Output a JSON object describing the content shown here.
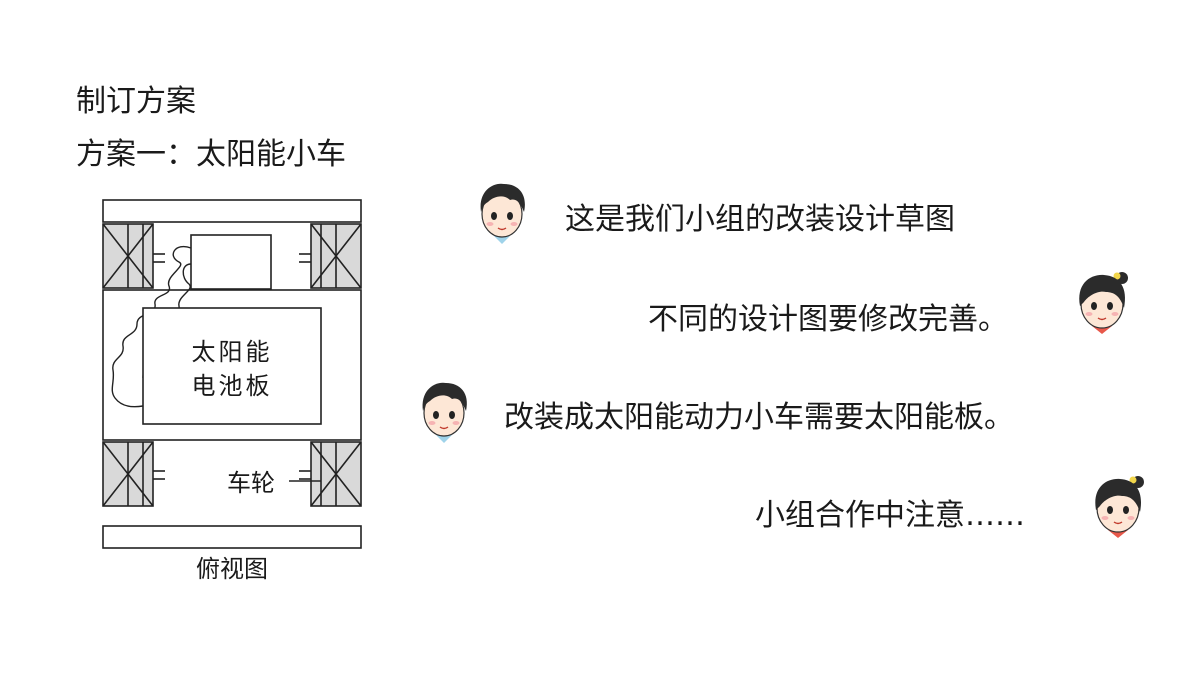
{
  "headings": {
    "make_plan": "制订方案",
    "plan_one": "方案一：太阳能小车"
  },
  "diagram": {
    "panel_label_line1": "太阳能",
    "panel_label_line2": "电池板",
    "wheel_label": "车轮",
    "caption": "俯视图"
  },
  "dialogue": [
    {
      "speaker_icon": "boy-avatar-icon",
      "text": "这是我们小组的改装设计草图"
    },
    {
      "speaker_icon": "girl-avatar-icon",
      "text": "不同的设计图要修改完善。"
    },
    {
      "speaker_icon": "boy-avatar-icon",
      "text": "改装成太阳能动力小车需要太阳能板。"
    },
    {
      "speaker_icon": "girl-avatar-icon",
      "text": "小组合作中注意……"
    }
  ],
  "colors": {
    "wheel_fill": "#d9d9d9",
    "skin": "#fde7d6",
    "hair": "#2b2b2b",
    "girl_hair_tie": "#f2d64b",
    "girl_collar": "#e8584a",
    "boy_collar": "#9fd3ea"
  }
}
